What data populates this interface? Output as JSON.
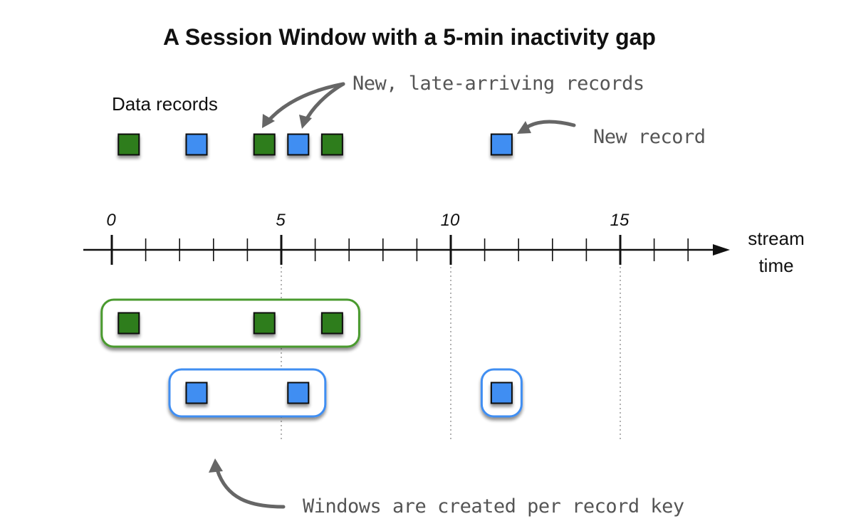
{
  "title": "A Session Window with a 5-min inactivity gap",
  "records_label": "Data records",
  "late_note": "New, late-arriving records",
  "new_note": "New record",
  "key_note": "Windows are created per record key",
  "axis": {
    "label_line1": "stream",
    "label_line2": "time",
    "tick_labels": [
      "0",
      "5",
      "10",
      "15"
    ]
  },
  "colors": {
    "green": "#2e7d1e",
    "blue": "#3f8ef2",
    "green_window_border": "#4a9a2e",
    "blue_window_border": "#3f8ef2"
  },
  "records": [
    {
      "key": "green",
      "time": 0.5
    },
    {
      "key": "blue",
      "time": 2.5
    },
    {
      "key": "green",
      "time": 4.5,
      "late": true
    },
    {
      "key": "blue",
      "time": 5.5,
      "late": true
    },
    {
      "key": "green",
      "time": 6.5
    },
    {
      "key": "blue",
      "time": 11.5,
      "new": true
    }
  ],
  "windows": [
    {
      "key": "green",
      "start": 0.5,
      "end": 6.5
    },
    {
      "key": "blue",
      "start": 2.5,
      "end": 5.5
    },
    {
      "key": "blue",
      "start": 11.5,
      "end": 11.5
    }
  ]
}
